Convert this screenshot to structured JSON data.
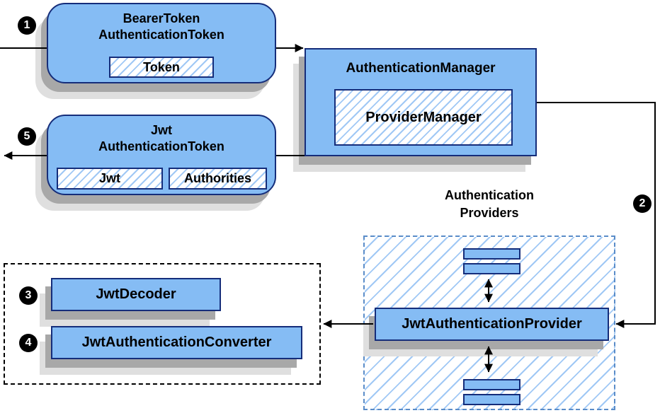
{
  "diagram": {
    "badges": {
      "step1": "1",
      "step2": "2",
      "step3": "3",
      "step4": "4",
      "step5": "5"
    },
    "bearer_box": {
      "title1": "BearerToken",
      "title2": "AuthenticationToken",
      "token_field": "Token"
    },
    "jwt_box": {
      "title1": "Jwt",
      "title2": "AuthenticationToken",
      "jwt_field": "Jwt",
      "authorities_field": "Authorities"
    },
    "manager_box": {
      "title": "AuthenticationManager",
      "provider_manager_field": "ProviderManager"
    },
    "providers": {
      "label1": "Authentication",
      "label2": "Providers",
      "provider_box": "JwtAuthenticationProvider"
    },
    "resolver_group": {
      "decoder_box": "JwtDecoder",
      "converter_box": "JwtAuthenticationConverter"
    },
    "colors": {
      "box_fill": "#85BCF4",
      "box_border": "#152D7A",
      "hatch": "#A0C8F5",
      "providers_border": "#5A8CC8",
      "shadow_dark": "#A8A8A8",
      "shadow_light": "#DFDFDF",
      "line": "#000000",
      "badge_bg": "#000000",
      "badge_text": "#FFFFFF"
    }
  }
}
